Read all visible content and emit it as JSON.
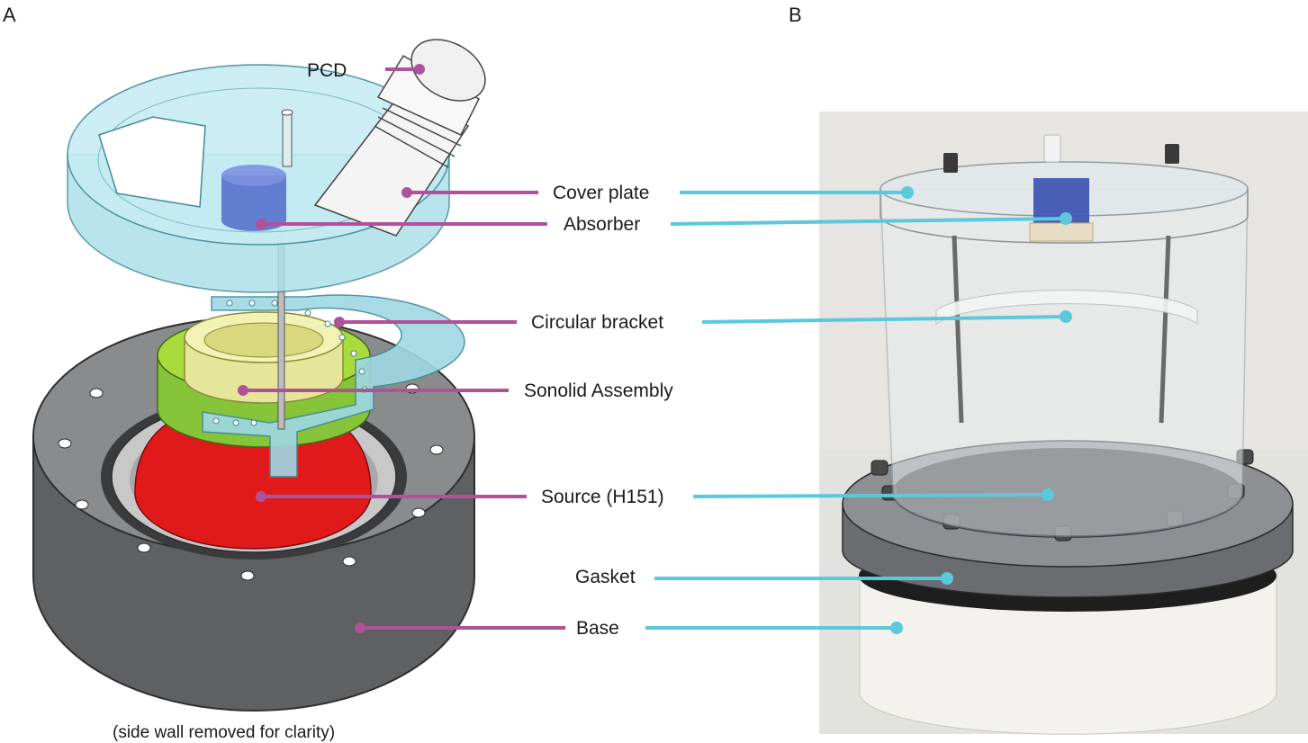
{
  "panels": [
    {
      "letter": "A"
    },
    {
      "letter": "B"
    }
  ],
  "panel_a": {
    "note": "(side wall removed for clarity)",
    "labels": [
      {
        "id": "pcd",
        "text": "PCD"
      },
      {
        "id": "cover-plate",
        "text": "Cover plate"
      },
      {
        "id": "absorber",
        "text": "Absorber"
      },
      {
        "id": "circular-bracket",
        "text": "Circular bracket"
      },
      {
        "id": "sonolid-assembly",
        "text": "Sonolid Assembly"
      },
      {
        "id": "source",
        "text": "Source (H151)"
      },
      {
        "id": "gasket",
        "text": "Gasket"
      },
      {
        "id": "base",
        "text": "Base"
      }
    ]
  },
  "colors": {
    "leader_a": "#b0529a",
    "leader_b": "#5cc8dc",
    "base_gray": "#5f6062",
    "cover_cyan": "#aee0e8",
    "source_red": "#e01a1a",
    "sonolid_green": "#a8dc3c",
    "absorber_blue": "#4a63c8"
  }
}
